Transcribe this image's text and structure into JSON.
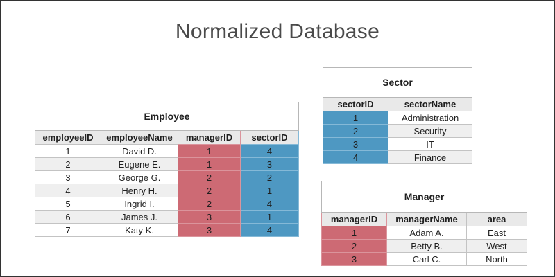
{
  "page_title": "Normalized Database",
  "colors": {
    "foreign_key_red": "#cd6a74",
    "foreign_key_blue": "#4e98c2",
    "header_gray": "#e9e9e9",
    "alt_row_gray": "#efefef",
    "title_text": "#4a4a4a"
  },
  "tables": [
    {
      "id": "employee",
      "title": "Employee",
      "columns": [
        {
          "label": "employeeID",
          "highlight": "plain"
        },
        {
          "label": "employeeName",
          "highlight": "plain"
        },
        {
          "label": "managerID",
          "highlight": "red"
        },
        {
          "label": "sectorID",
          "highlight": "blue"
        }
      ],
      "rows": [
        [
          "1",
          "David D.",
          "1",
          "4"
        ],
        [
          "2",
          "Eugene E.",
          "1",
          "3"
        ],
        [
          "3",
          "George G.",
          "2",
          "2"
        ],
        [
          "4",
          "Henry H.",
          "2",
          "1"
        ],
        [
          "5",
          "Ingrid I.",
          "2",
          "4"
        ],
        [
          "6",
          "James J.",
          "3",
          "1"
        ],
        [
          "7",
          "Katy K.",
          "3",
          "4"
        ]
      ]
    },
    {
      "id": "sector",
      "title": "Sector",
      "columns": [
        {
          "label": "sectorID",
          "highlight": "blue"
        },
        {
          "label": "sectorName",
          "highlight": "plain"
        }
      ],
      "rows": [
        [
          "1",
          "Administration"
        ],
        [
          "2",
          "Security"
        ],
        [
          "3",
          "IT"
        ],
        [
          "4",
          "Finance"
        ]
      ]
    },
    {
      "id": "manager",
      "title": "Manager",
      "columns": [
        {
          "label": "managerID",
          "highlight": "red"
        },
        {
          "label": "managerName",
          "highlight": "plain"
        },
        {
          "label": "area",
          "highlight": "plain"
        }
      ],
      "rows": [
        [
          "1",
          "Adam A.",
          "East"
        ],
        [
          "2",
          "Betty B.",
          "West"
        ],
        [
          "3",
          "Carl C.",
          "North"
        ]
      ]
    }
  ]
}
